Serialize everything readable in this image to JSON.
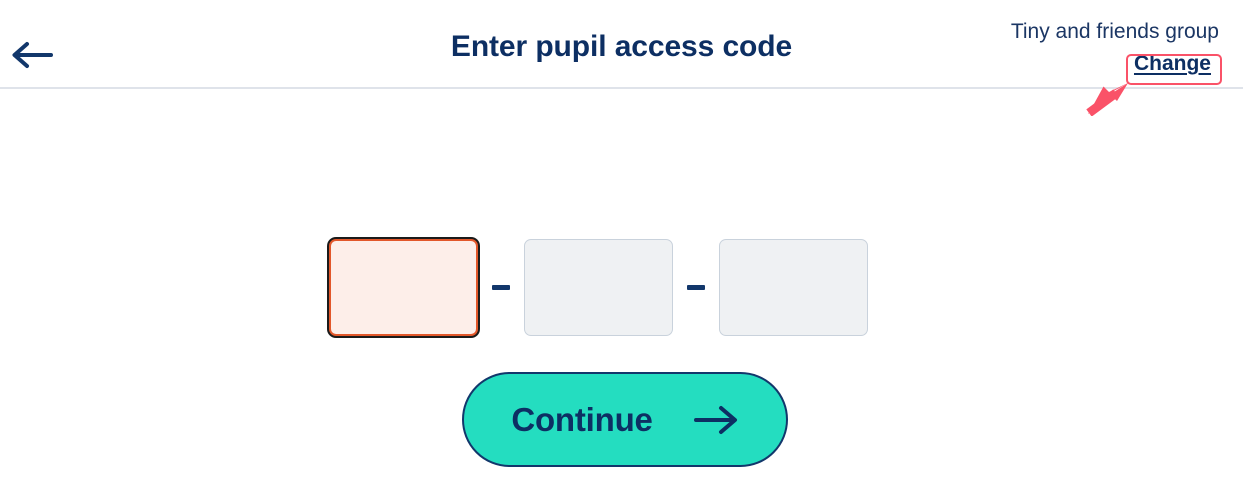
{
  "header": {
    "back_icon": "arrow-left-icon",
    "title": "Enter pupil access code",
    "group_name": "Tiny and friends group",
    "change_label": "Change"
  },
  "code_entry": {
    "separator": "–",
    "boxes": [
      {
        "value": "",
        "placeholder": "",
        "state": "focused"
      },
      {
        "value": "",
        "placeholder": "",
        "state": "empty"
      },
      {
        "value": "",
        "placeholder": "",
        "state": "empty"
      }
    ]
  },
  "continue": {
    "label": "Continue",
    "icon": "arrow-right-icon"
  },
  "annotation": {
    "type": "highlight-box-with-arrow",
    "target": "Change",
    "color": "#fa5268"
  },
  "colors": {
    "navy": "#0d2f63",
    "teal": "#24ddc0",
    "focus_orange": "#e2572a",
    "focus_fill": "#fdeee9",
    "box_fill": "#eff1f3",
    "box_border": "#c9d2dc",
    "divider": "#dfe3ea",
    "annotation_pink": "#fa5268"
  }
}
